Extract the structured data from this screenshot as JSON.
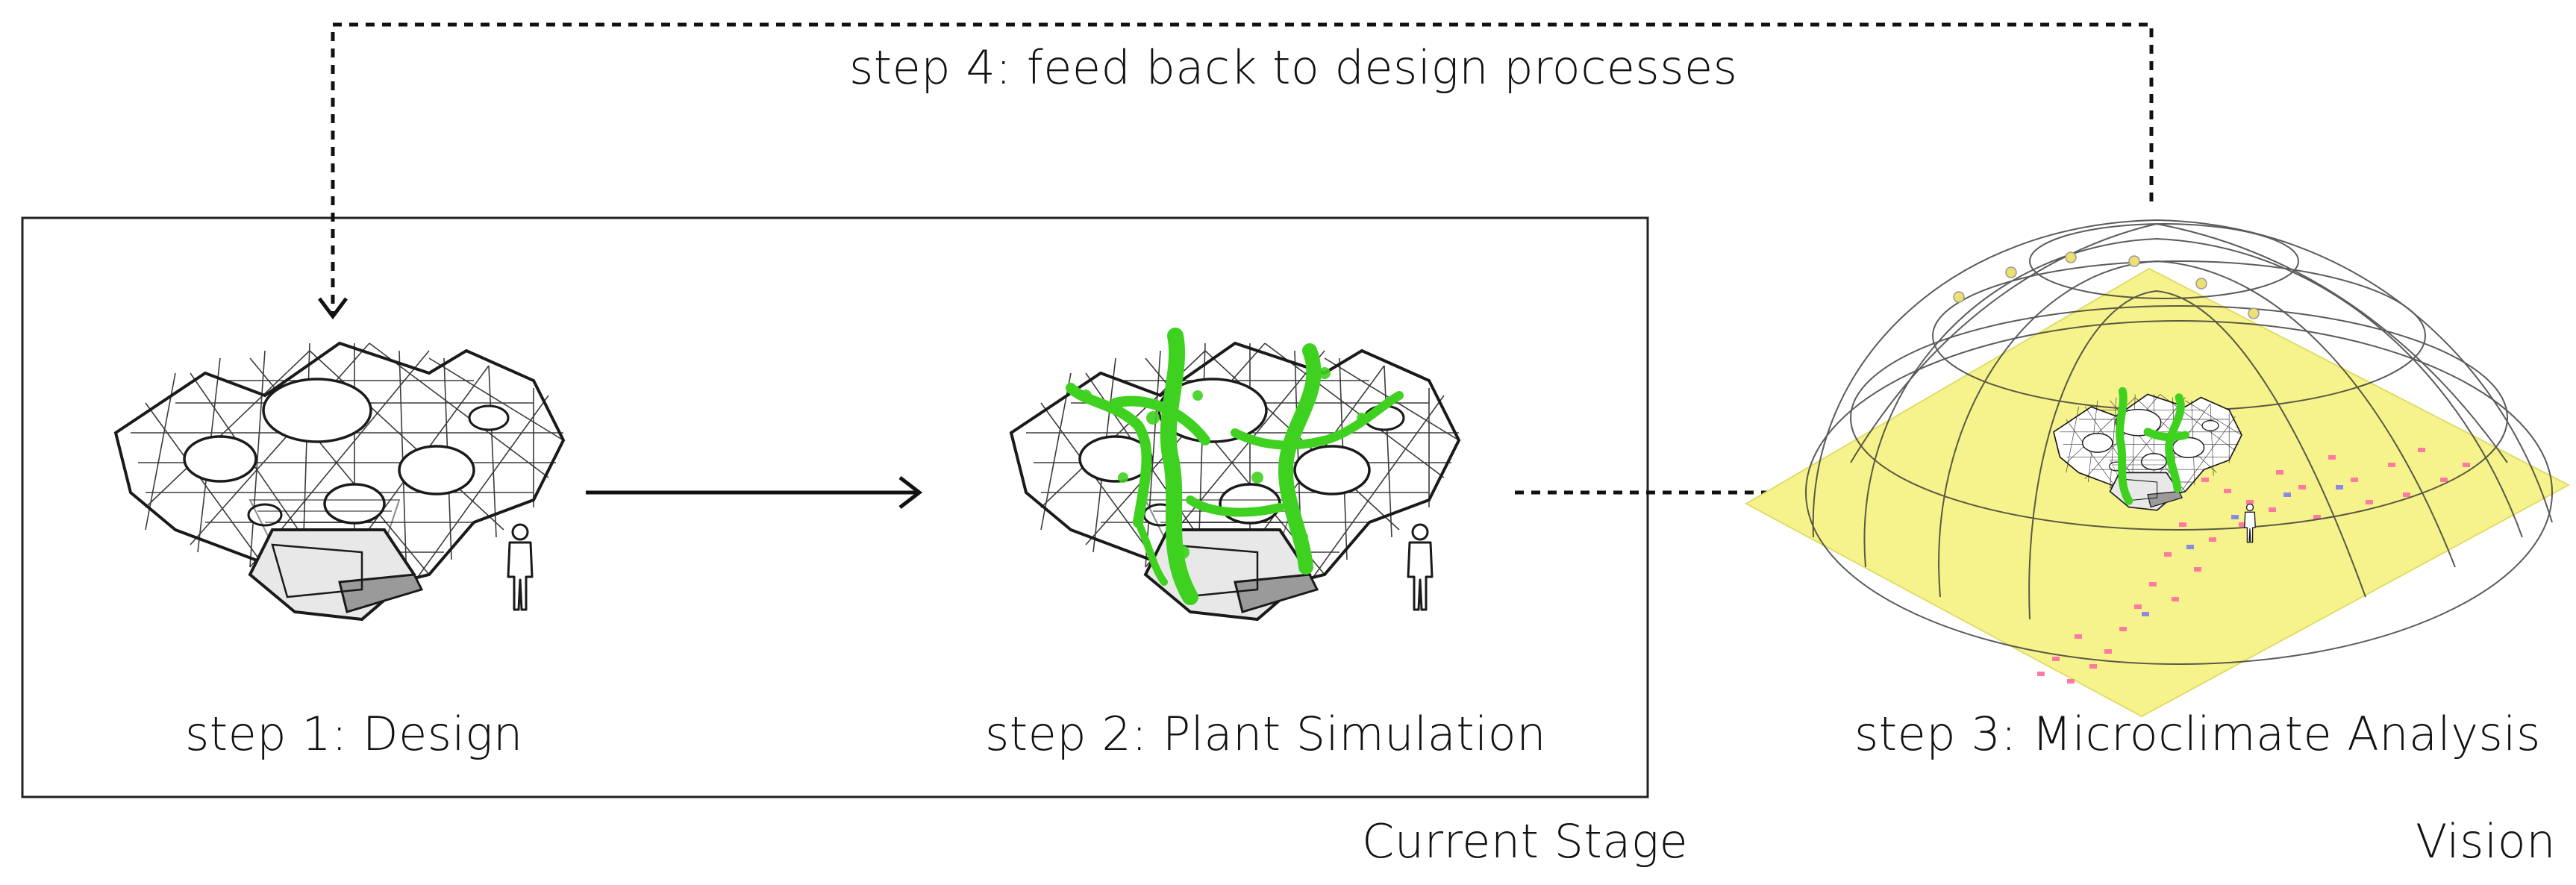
{
  "labels": {
    "step1": "step 1: Design",
    "step2": "step 2: Plant Simulation",
    "step3": "step 3: Microclimate Analysis",
    "step4": "step 4: feed back to design processes",
    "current_stage": "Current Stage",
    "vision": "Vision"
  },
  "colors": {
    "frame": "#222222",
    "structure": "#1a1a1a",
    "plant": "#3fd11f",
    "ground_plane": "#f6f38c",
    "data_points_warm": "#ff7aa0",
    "data_points_cool": "#8a8ae6",
    "sun_markers": "#eee070"
  },
  "illustrations": [
    {
      "name": "design-model",
      "description_icon": "lattice-canopy-icon"
    },
    {
      "name": "plant-simulation-model",
      "description_icon": "vegetated-canopy-icon"
    },
    {
      "name": "microclimate-analysis-model",
      "description_icon": "sky-dome-analysis-icon"
    }
  ]
}
